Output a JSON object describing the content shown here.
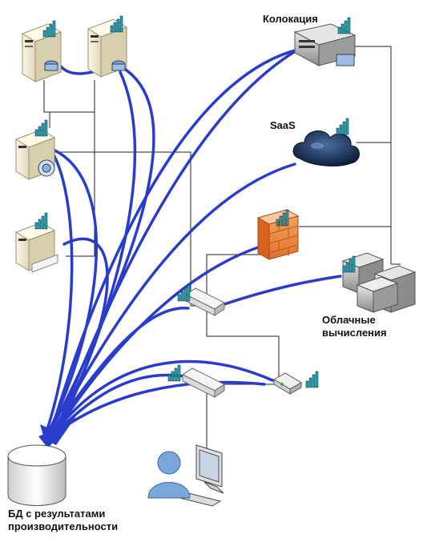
{
  "labels": {
    "colocation": "Колокация",
    "saas": "SaaS",
    "cloud_line1": "Облачные",
    "cloud_line2": "вычисления",
    "db_line1": "БД с результатами",
    "db_line2": "производительности"
  },
  "icons": [
    "server-icon",
    "server-icon",
    "server-icon",
    "server-icon",
    "colocation-server-icon",
    "cloud-icon",
    "firewall-icon",
    "cloud-servers-icon",
    "switch-icon",
    "router-icon",
    "user-workstation-icon",
    "database-icon"
  ],
  "colors": {
    "flow_line": "#2a3ccc",
    "network_line": "#222222",
    "signal_bars": "#2aa5a5"
  }
}
